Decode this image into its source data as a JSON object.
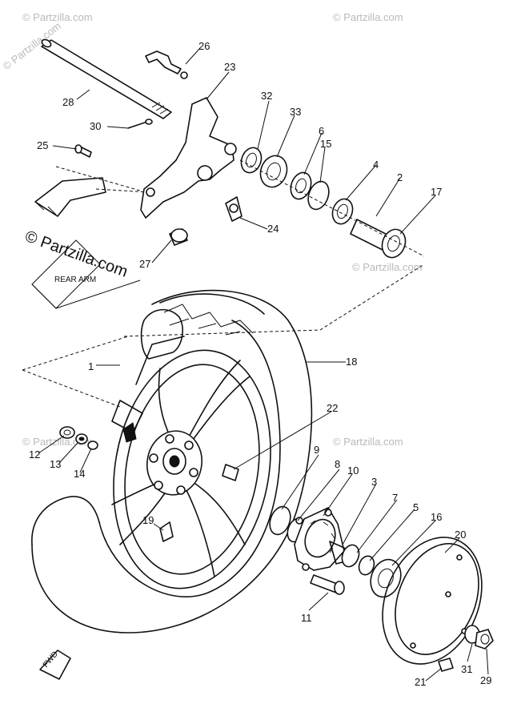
{
  "watermarks": {
    "top_left": "© Partzilla.com",
    "top_right": "© Partzilla.com",
    "bottom_left": "© Partzilla.com",
    "bottom_right": "© Partzilla.com",
    "mid_right": "© Partzilla.com",
    "mid_left": "© Partzilla.com",
    "center_left_strong": "© Partzilla.com"
  },
  "rear_arm_label": "REAR ARM",
  "fwd_label": "FWD",
  "part_numbers": {
    "p1": "1",
    "p2": "2",
    "p3": "3",
    "p4": "4",
    "p5": "5",
    "p6": "6",
    "p7": "7",
    "p8": "8",
    "p9": "9",
    "p10": "10",
    "p11": "11",
    "p12": "12",
    "p13": "13",
    "p14": "14",
    "p15": "15",
    "p16": "16",
    "p17": "17",
    "p18": "18",
    "p19": "19",
    "p20": "20",
    "p21": "21",
    "p22": "22",
    "p23": "23",
    "p24": "24",
    "p25": "25",
    "p26": "26",
    "p27": "27",
    "p28": "28",
    "p29": "29",
    "p30": "30",
    "p31": "31",
    "p32": "32",
    "p33": "33"
  },
  "colors": {
    "line": "#111111",
    "watermark": "#b9b9b9",
    "background": "#ffffff"
  }
}
